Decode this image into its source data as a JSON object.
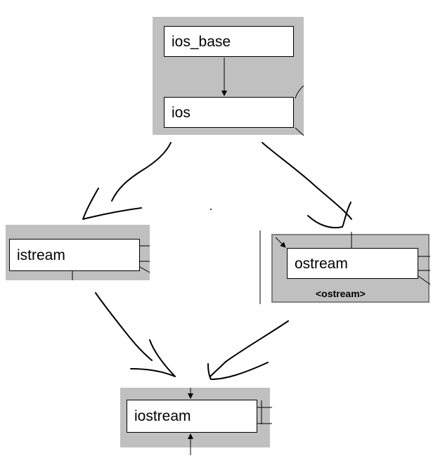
{
  "nodes": {
    "ios_base": {
      "label": "ios_base"
    },
    "ios": {
      "label": "ios"
    },
    "istream": {
      "label": "istream"
    },
    "ostream": {
      "label": "ostream",
      "caption": "<ostream>"
    },
    "iostream": {
      "label": "iostream"
    }
  },
  "colors": {
    "panel": "#c0c0c0",
    "panel_border": "#808080",
    "stroke": "#000000"
  }
}
